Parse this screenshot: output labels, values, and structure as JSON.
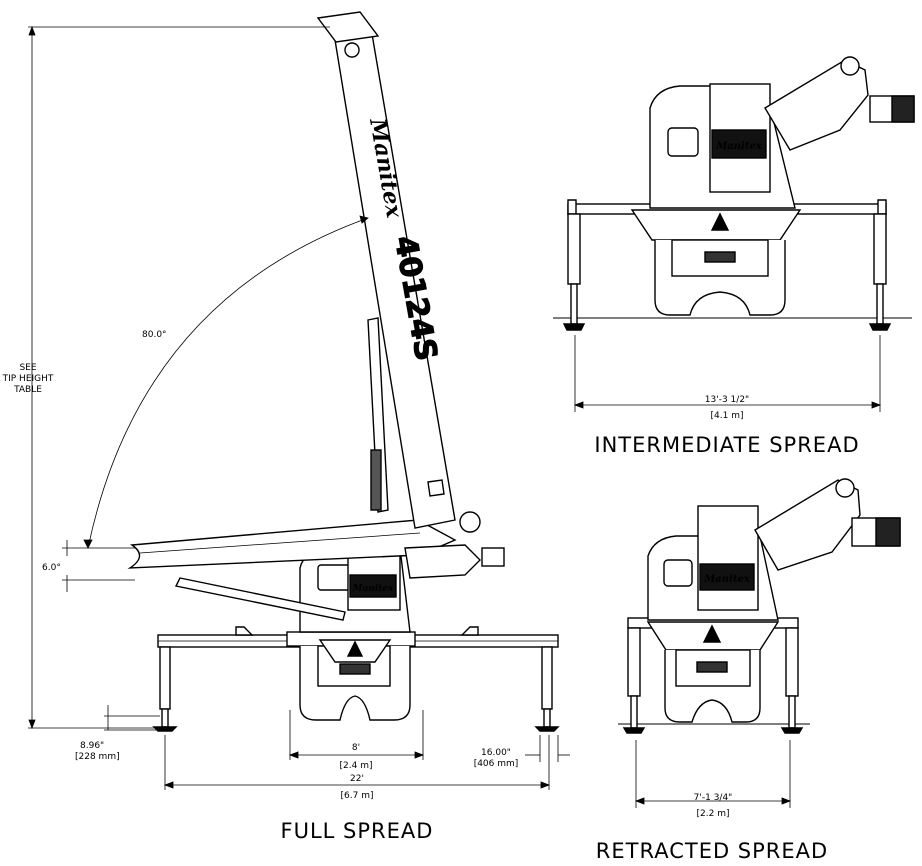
{
  "views": {
    "full": {
      "caption": "FULL SPREAD",
      "angle_boom": "80.0°",
      "angle_low": "6.0°",
      "tip_height": [
        "SEE",
        "TIP HEIGHT",
        "TABLE"
      ],
      "pad_height": [
        "8.96\"",
        "[228 mm]"
      ],
      "axle_width": [
        "8'",
        "[2.4 m]"
      ],
      "pad_offset": [
        "16.00\"",
        "[406 mm]"
      ],
      "overall": [
        "22'",
        "[6.7 m]"
      ]
    },
    "intermediate": {
      "caption": "INTERMEDIATE SPREAD",
      "width": [
        "13'-3 1/2\"",
        "[4.1 m]"
      ]
    },
    "retracted": {
      "caption": "RETRACTED SPREAD",
      "width": [
        "7'-1 3/4\"",
        "[2.2 m]"
      ]
    }
  },
  "branding": {
    "logo": "Manitex",
    "model": "40124S"
  },
  "colors": {
    "line": "#000000",
    "background": "#ffffff",
    "body_fill": "#ffffff",
    "dark": "#1a1a1a"
  }
}
